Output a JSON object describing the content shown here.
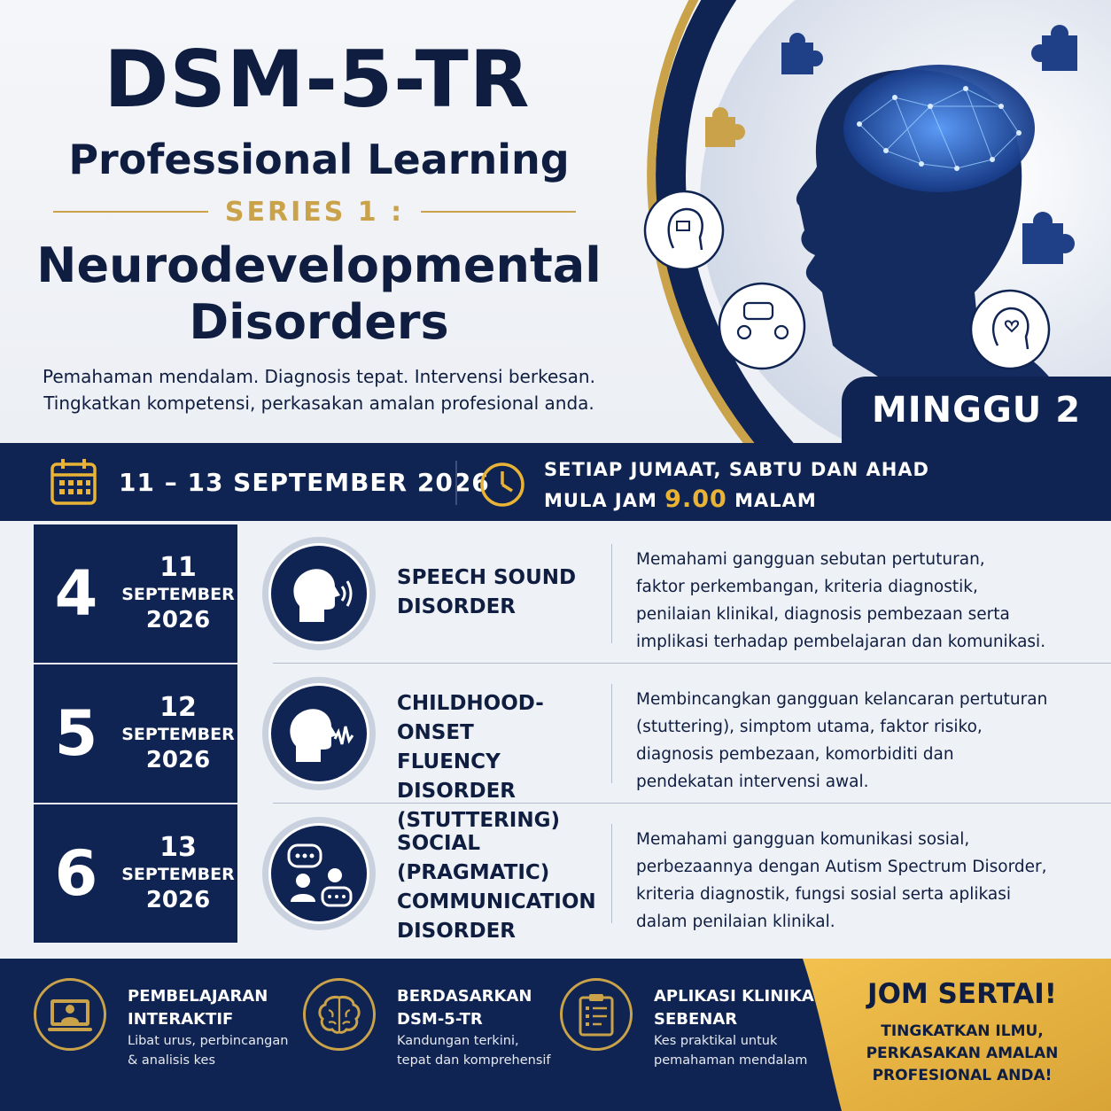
{
  "header": {
    "title": "DSM-5-TR",
    "subtitle": "Professional Learning",
    "series": "SERIES 1 :",
    "topic_line1": "Neurodevelopmental",
    "topic_line2": "Disorders",
    "tagline_line1": "Pemahaman mendalam. Diagnosis tepat. Intervensi berkesan.",
    "tagline_line2": "Tingkatkan kompetensi, perkasakan amalan profesional anda.",
    "week_badge": "MINGGU 2"
  },
  "schedule": {
    "dates": "11 – 13 SEPTEMBER 2026",
    "time_line1": "SETIAP JUMAAT, SABTU DAN AHAD",
    "time_line2_prefix": "MULA JAM ",
    "time_highlight": "9.00",
    "time_line2_suffix": " MALAM"
  },
  "sessions": [
    {
      "number": "4",
      "day": "11",
      "month": "SEPTEMBER",
      "year": "2026",
      "icon": "speech-head-icon",
      "title_lines": [
        "SPEECH SOUND",
        "DISORDER"
      ],
      "desc_lines": [
        "Memahami gangguan sebutan pertuturan,",
        "faktor perkembangan, kriteria diagnostik,",
        "penilaian klinikal, diagnosis pembezaan serta",
        "implikasi terhadap pembelajaran dan komunikasi."
      ]
    },
    {
      "number": "5",
      "day": "12",
      "month": "SEPTEMBER",
      "year": "2026",
      "icon": "stutter-head-icon",
      "title_lines": [
        "CHILDHOOD-ONSET",
        "FLUENCY DISORDER",
        "(STUTTERING)"
      ],
      "desc_lines": [
        "Membincangkan gangguan kelancaran pertuturan",
        "(stuttering), simptom utama, faktor risiko,",
        "diagnosis pembezaan, komorbiditi dan",
        "pendekatan intervensi awal."
      ]
    },
    {
      "number": "6",
      "day": "13",
      "month": "SEPTEMBER",
      "year": "2026",
      "icon": "chat-people-icon",
      "title_lines": [
        "SOCIAL (PRAGMATIC)",
        "COMMUNICATION",
        "DISORDER"
      ],
      "desc_lines": [
        "Memahami gangguan komunikasi sosial,",
        "perbezaannya dengan Autism Spectrum Disorder,",
        "kriteria diagnostik, fungsi sosial serta aplikasi",
        "dalam penilaian klinikal."
      ]
    }
  ],
  "features": [
    {
      "icon": "online-learning-icon",
      "head_lines": [
        "PEMBELAJARAN",
        "INTERAKTIF"
      ],
      "text_lines": [
        "Libat urus, perbincangan",
        "& analisis kes"
      ]
    },
    {
      "icon": "brain-icon",
      "head_lines": [
        "BERDASARKAN",
        "DSM-5-TR"
      ],
      "text_lines": [
        "Kandungan terkini,",
        "tepat dan komprehensif"
      ]
    },
    {
      "icon": "clipboard-icon",
      "head_lines": [
        "APLIKASI KLINIKAL",
        "SEBENAR"
      ],
      "text_lines": [
        "Kes praktikal untuk",
        "pemahaman mendalam"
      ]
    }
  ],
  "cta": {
    "title": "JOM SERTAI!",
    "text_lines": [
      "TINGKATKAN ILMU,",
      "PERKASAKAN AMALAN",
      "PROFESIONAL ANDA!"
    ]
  },
  "colors": {
    "navy": "#0f2452",
    "gold": "#c9a24a",
    "highlight": "#e9b436",
    "background": "#eef1f6"
  }
}
